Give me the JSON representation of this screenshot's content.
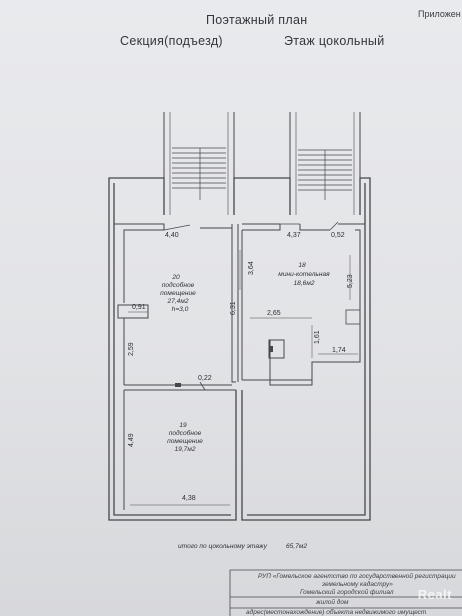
{
  "header": {
    "plan_title": "Поэтажный план",
    "section_label": "Секция(подъезд)",
    "floor_label": "Этаж цокольный",
    "appendix_label": "Приложен"
  },
  "rooms": [
    {
      "number": "20",
      "line1": "подсобное",
      "line2": "помещение",
      "area": "27,4м2",
      "height": "h=3,0"
    },
    {
      "number": "18",
      "line1": "мини-котельная",
      "area": "18,6м2"
    },
    {
      "number": "19",
      "line1": "подсобное",
      "line2": "помещение",
      "area": "19,7м2"
    }
  ],
  "dimensions": {
    "d_440": "4,40",
    "d_437": "4,37",
    "d_052": "0,52",
    "d_364": "3,64",
    "d_523": "5,23",
    "d_631": "6,31",
    "d_091": "0,91",
    "d_265": "2,65",
    "d_161": "1,61",
    "d_174": "1,74",
    "d_259": "2,59",
    "d_022": "0,22",
    "d_449": "4,49",
    "d_438": "4,38"
  },
  "summary": {
    "total_text": "итого по цокольному этажу",
    "total_value": "65,7м2"
  },
  "stamp": {
    "line1": "РУП «Гомельское агентство по государственной регистрации",
    "line2": "земельному кадастру»",
    "line3": "Гомельский городской филиал",
    "line4": "жилой дом",
    "line5": "адрес(местонахождение) объекта недвижимого имущест"
  },
  "watermark": "Realt",
  "colors": {
    "paper": "#e6e7ea",
    "ink": "#2f3137",
    "line": "#45474d"
  }
}
